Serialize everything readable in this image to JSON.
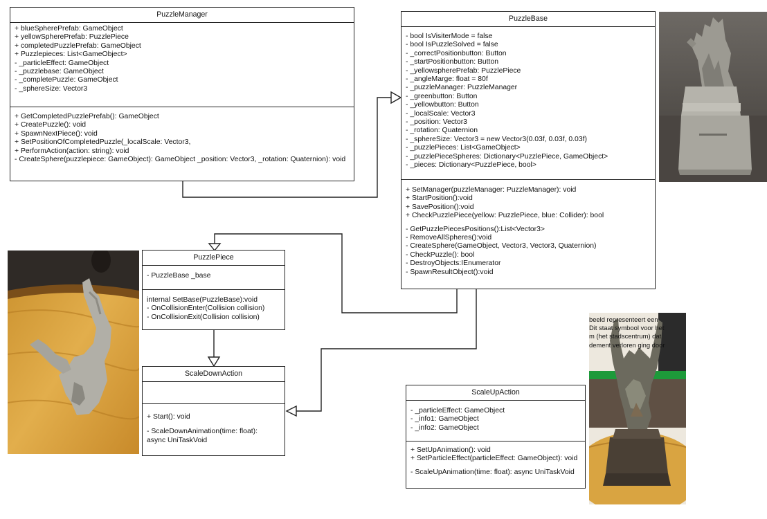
{
  "colors": {
    "line": "#222222",
    "statue_stone": "#8e8c84",
    "table_wood": "#d9a441",
    "ar_label_green": "#1d9a3a"
  },
  "classes": {
    "puzzle_manager": {
      "name": "PuzzleManager",
      "attributes": [
        "+ blueSpherePrefab: GameObject",
        "+ yellowSpherePrefab: PuzzlePiece",
        "+ completedPuzzlePrefab: GameObject",
        "+ Puzzlepieces: List<GameObject>",
        "- _particleEffect: GameObject",
        "- _puzzlebase: GameObject",
        "- _completePuzzle: GameObject",
        "- _sphereSize: Vector3"
      ],
      "methods": [
        "+ GetCompletedPuzzlePrefab(): GameObject",
        "+ CreatePuzzle(): void",
        "+ SpawnNextPiece(): void",
        "+ SetPositionOfCompletedPuzzle(_localScale: Vector3,",
        "+ PerformAction(action: string): void",
        "- CreateSphere(puzzlepiece: GameObject): GameObject _position: Vector3, _rotation: Quaternion): void"
      ]
    },
    "puzzle_base": {
      "name": "PuzzleBase",
      "attributes": [
        "- bool IsVisiterMode = false",
        "- bool IsPuzzleSolved = false",
        "- _correctPositionbutton: Button",
        "- _startPositionbutton: Button",
        "- _yellowspherePrefab: PuzzlePiece",
        "- _angleMarge: float = 80f",
        "- _puzzleManager: PuzzleManager",
        "- _greenbutton: Button",
        "- _yellowbutton: Button",
        "- _localScale: Vector3",
        "- _position: Vector3",
        "- _rotation: Quaternion",
        "- _sphereSize: Vector3 = new Vector3(0.03f, 0.03f, 0.03f)",
        "- _puzzlePieces: List<GameObject>",
        "- _puzzlePieceSpheres: Dictionary<PuzzlePiece, GameObject>",
        "- _pieces: Dictionary<PuzzlePiece, bool>"
      ],
      "public_methods": [
        "+ SetManager(puzzleManager: PuzzleManager): void",
        "+ StartPosition():void",
        "+ SavePosition():void",
        "+ CheckPuzzlePiece(yellow: PuzzlePiece, blue: Collider): bool"
      ],
      "private_methods": [
        "- GetPuzzlePiecesPositions():List<Vector3>",
        "- RemoveAllSpheres():void",
        "- CreateSphere(GameObject, Vector3, Vector3, Quaternion)",
        "- CheckPuzzle(): bool",
        "- DestroyObjects:IEnumerator",
        "- SpawnResultObject():void"
      ]
    },
    "puzzle_piece": {
      "name": "PuzzlePiece",
      "attributes": [
        "- PuzzleBase _base"
      ],
      "methods": [
        "internal SetBase(PuzzleBase):void",
        "- OnCollisionEnter(Collision collision)",
        "- OnCollisionExit(Collision collision)"
      ]
    },
    "scale_down_action": {
      "name": "ScaleDownAction",
      "attributes": [],
      "methods_a": [
        "+ Start(): void"
      ],
      "methods_b": [
        "- ScaleDownAnimation(time: float):",
        "async UniTaskVoid"
      ]
    },
    "scale_up_action": {
      "name": "ScaleUpAction",
      "attributes": [
        "- _particleEffect: GameObject",
        "- _info1: GameObject",
        "- _info2: GameObject"
      ],
      "methods_a": [
        "+ SetUpAnimation(): void",
        "+ SetParticleEffect(particleEffect: GameObject): void"
      ],
      "methods_b": [
        "- ScaleUpAnimation(time: float): async UniTaskVoid"
      ]
    }
  },
  "photo_text": {
    "ar_info_lines": [
      "beeld representeert een",
      "Dit staat symbool voor het",
      "m (het stadscentrum) dat",
      "dement verloren ging door"
    ]
  }
}
